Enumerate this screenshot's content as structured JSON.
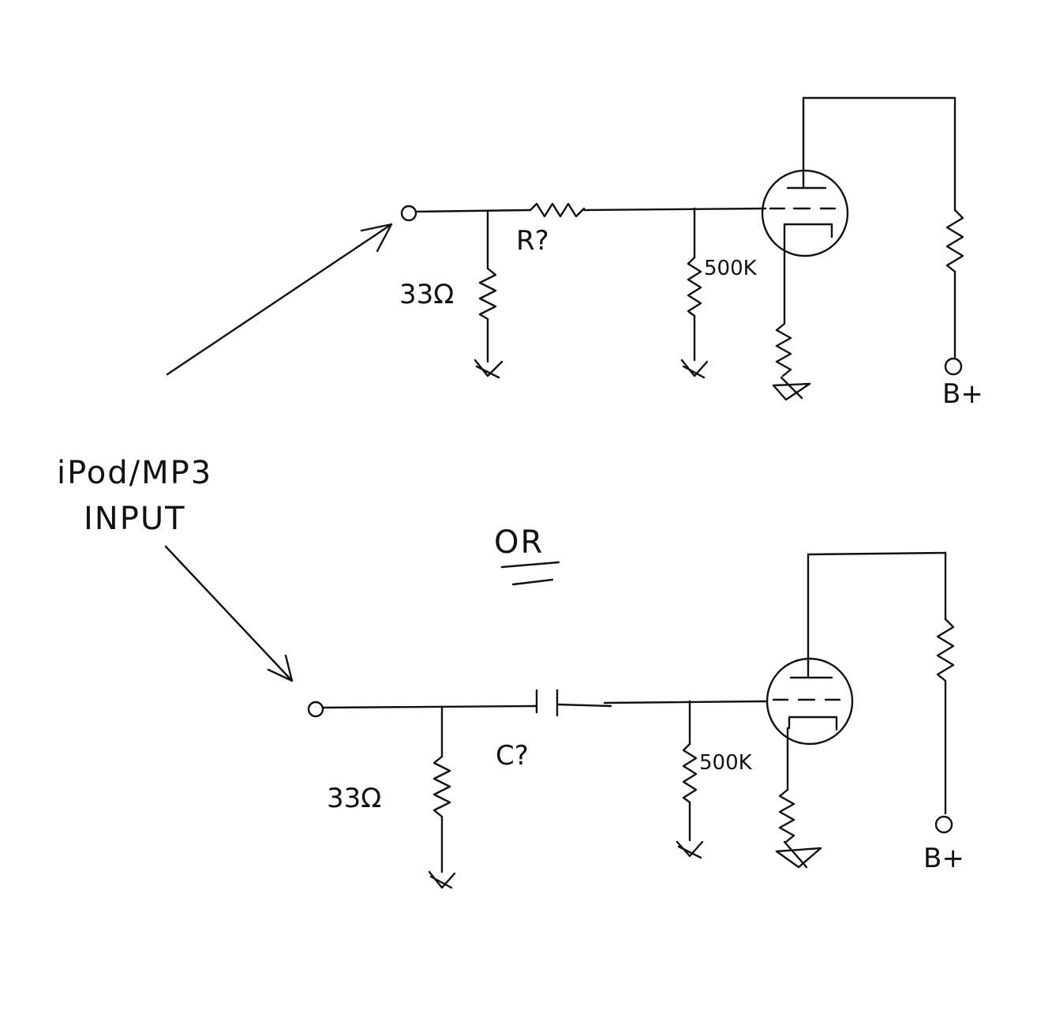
{
  "input_label": {
    "line1": "iPod/MP3",
    "line2": "INPUT"
  },
  "or_label": "OR",
  "top_circuit": {
    "shunt_resistor": "33Ω",
    "series_component": "R?",
    "grid_resistor": "500K",
    "supply": "B+"
  },
  "bottom_circuit": {
    "shunt_resistor": "33Ω",
    "series_component": "C?",
    "grid_resistor": "500K",
    "supply": "B+"
  }
}
